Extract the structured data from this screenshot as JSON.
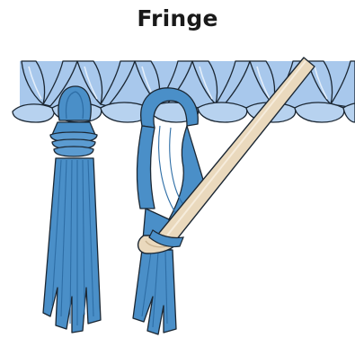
{
  "title": "Fringe",
  "colors": {
    "knit": "#a8c8ec",
    "knit_light": "#cfe2f7",
    "yarn": "#4a8fc8",
    "yarn_dark": "#2e6ea6",
    "outline": "#1b2733",
    "hook": "#ead9bd",
    "hook_shade": "#c9b391"
  },
  "icons": [
    "knitted-edge",
    "finished-fringe-tassel",
    "crochet-hook",
    "folded-yarn-loop"
  ]
}
